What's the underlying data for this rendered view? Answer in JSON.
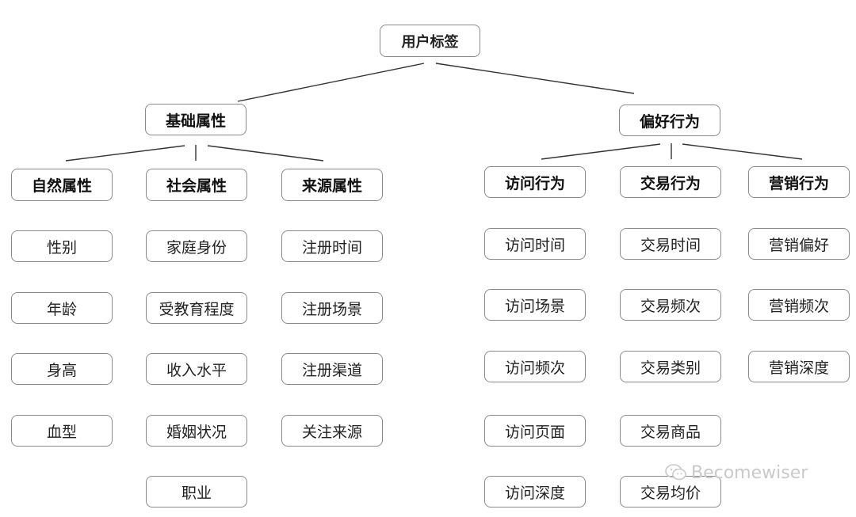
{
  "root": {
    "label": "用户标签"
  },
  "basic": {
    "label": "基础属性",
    "natural": {
      "label": "自然属性",
      "items": [
        "性别",
        "年龄",
        "身高",
        "血型"
      ]
    },
    "social": {
      "label": "社会属性",
      "items": [
        "家庭身份",
        "受教育程度",
        "收入水平",
        "婚姻状况",
        "职业"
      ]
    },
    "source": {
      "label": "来源属性",
      "items": [
        "注册时间",
        "注册场景",
        "注册渠道",
        "关注来源"
      ]
    }
  },
  "preference": {
    "label": "偏好行为",
    "visit": {
      "label": "访问行为",
      "items": [
        "访问时间",
        "访问场景",
        "访问频次",
        "访问页面",
        "访问深度"
      ]
    },
    "trade": {
      "label": "交易行为",
      "items": [
        "交易时间",
        "交易频次",
        "交易类别",
        "交易商品",
        "交易均价"
      ]
    },
    "marketing": {
      "label": "营销行为",
      "items": [
        "营销偏好",
        "营销频次",
        "营销深度"
      ]
    }
  },
  "watermark": {
    "text": "Becomewiser",
    "icon": "wechat-icon"
  }
}
